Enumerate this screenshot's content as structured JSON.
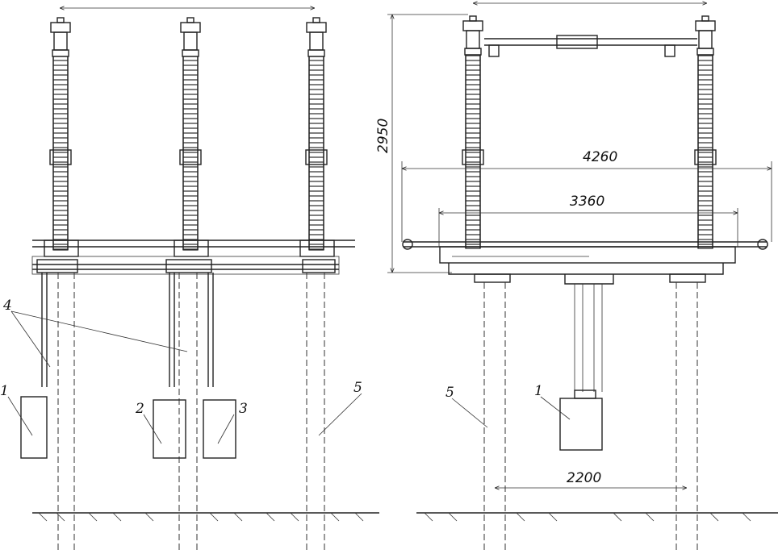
{
  "left_view": {
    "callouts": {
      "c1": "1",
      "c2": "2",
      "c3": "3",
      "c4": "4",
      "c5": "5"
    }
  },
  "right_view": {
    "dimensions": {
      "height": "2950",
      "width_outer": "4260",
      "width_inner": "3360",
      "column_spacing": "2200"
    },
    "callouts": {
      "c5": "5",
      "c1": "1"
    }
  }
}
